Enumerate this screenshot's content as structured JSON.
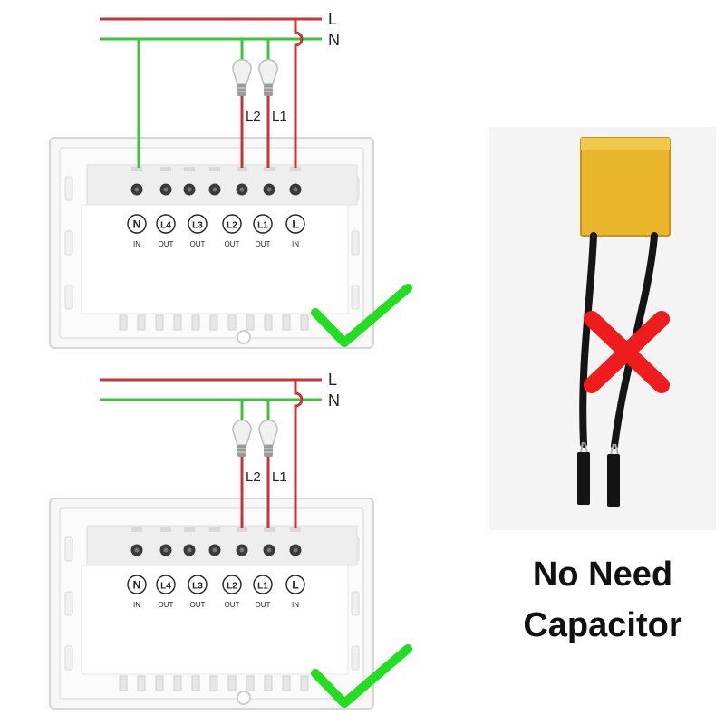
{
  "diagrams": [
    {
      "line_labels": {
        "live": "L",
        "neutral": "N"
      },
      "bulb_labels": [
        "L2",
        "L1"
      ],
      "terminals": [
        {
          "name": "N",
          "role": "IN"
        },
        {
          "name": "L4",
          "role": "OUT"
        },
        {
          "name": "L3",
          "role": "OUT"
        },
        {
          "name": "L2",
          "role": "OUT"
        },
        {
          "name": "L1",
          "role": "OUT"
        },
        {
          "name": "L",
          "role": "IN"
        }
      ],
      "neutral_connected": true,
      "status": "correct"
    },
    {
      "line_labels": {
        "live": "L",
        "neutral": "N"
      },
      "bulb_labels": [
        "L2",
        "L1"
      ],
      "terminals": [
        {
          "name": "N",
          "role": "IN"
        },
        {
          "name": "L4",
          "role": "OUT"
        },
        {
          "name": "L3",
          "role": "OUT"
        },
        {
          "name": "L2",
          "role": "OUT"
        },
        {
          "name": "L1",
          "role": "OUT"
        },
        {
          "name": "L",
          "role": "IN"
        }
      ],
      "neutral_connected": false,
      "status": "correct"
    }
  ],
  "capacitor": {
    "status": "not-needed"
  },
  "caption": {
    "line1": "No Need",
    "line2": "Capacitor"
  },
  "colors": {
    "live_wire": "#c8343a",
    "neutral_wire": "#3cc43c",
    "checkmark": "#22dd22",
    "cross": "#ee1c1c",
    "capacitor_body": "#e9b52a"
  }
}
